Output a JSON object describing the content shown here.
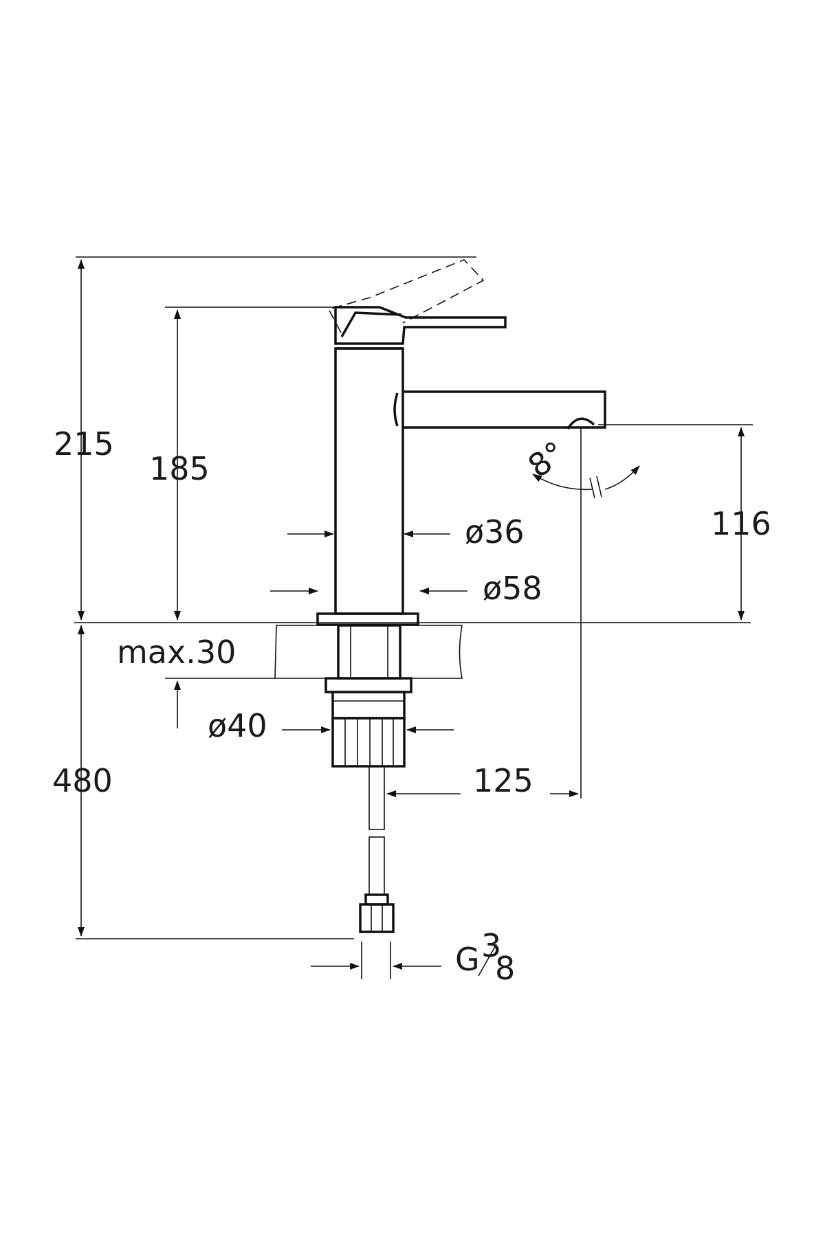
{
  "drawing": {
    "dimensions": {
      "total_height": "215",
      "body_height": "185",
      "spout_height": "116",
      "body_diameter": "ø36",
      "base_diameter": "ø58",
      "countertop_thickness": "max.30",
      "shank_diameter": "ø40",
      "spout_reach": "125",
      "hose_length": "480",
      "connection_thread": "G",
      "connection_fraction_num": "3",
      "connection_fraction_den": "8",
      "spout_angle": "8°"
    }
  }
}
